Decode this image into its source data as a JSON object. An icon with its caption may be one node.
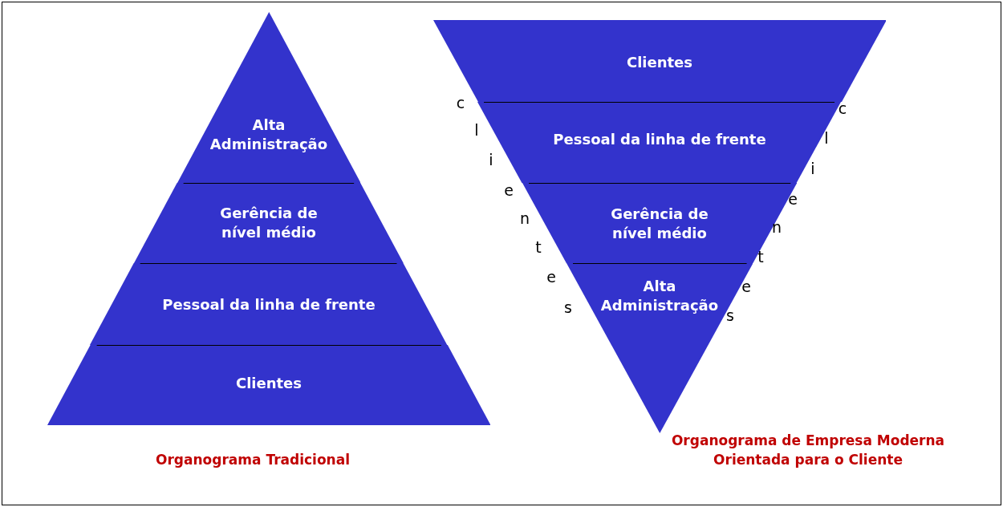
{
  "diagram": {
    "nodes": [
      {
        "text": [
          "Alta Administração"
        ]
      },
      {
        "text": [
          "Gerência de nível médio"
        ]
      },
      {
        "text": [
          "Pessoal da linha de frente"
        ]
      },
      {
        "text": [
          "Clientes"
        ]
      },
      {
        "text": [
          "Clientes"
        ]
      },
      {
        "text": [
          "Pessoal da linha de frente"
        ]
      },
      {
        "text": [
          "Gerência de nível médio"
        ]
      },
      {
        "text": [
          "Alta Administração"
        ]
      }
    ],
    "labels": [
      "c",
      "c",
      "l",
      "l",
      "i",
      "i",
      "e",
      "e",
      "n",
      "n",
      "t",
      "t",
      "e",
      "e",
      "s",
      "s",
      "Organograma Tradicional",
      "Organograma de Empresa Moderna Orientada para o Cliente"
    ]
  }
}
